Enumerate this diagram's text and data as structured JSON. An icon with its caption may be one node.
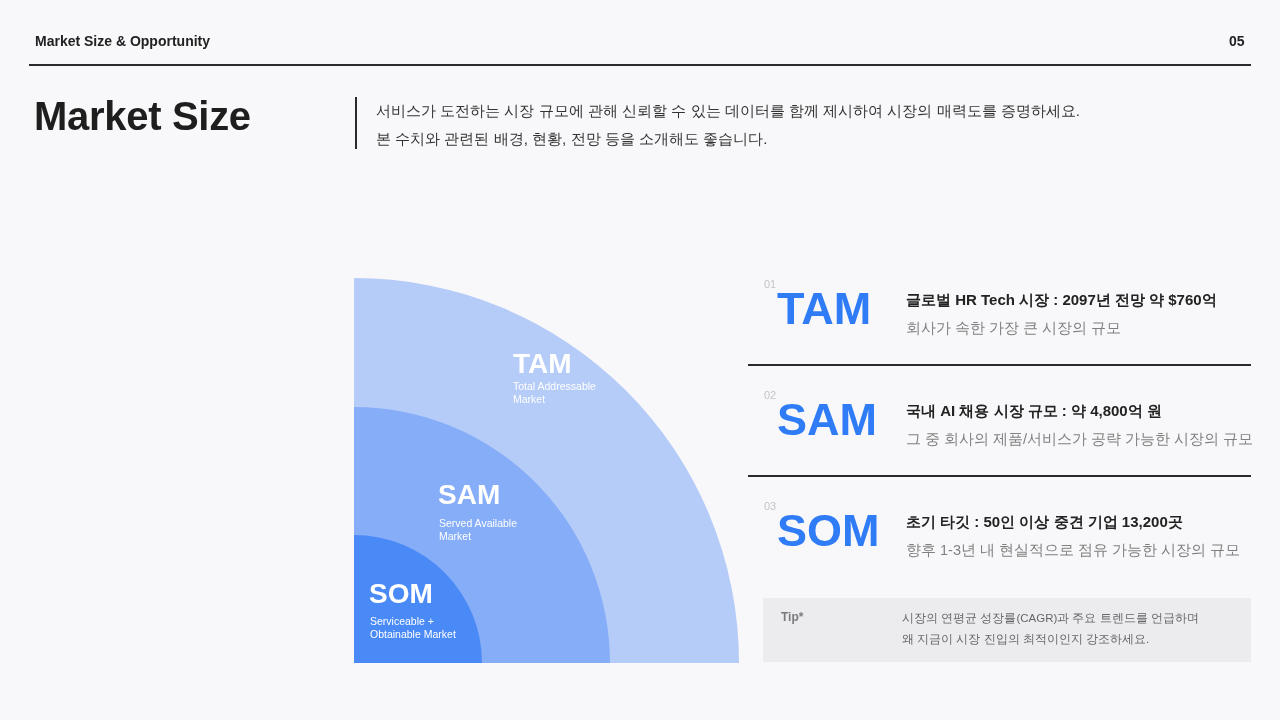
{
  "diagram": {
    "title": "Market Size",
    "nodes": [
      {
        "text": [
          "TAM",
          "Total Addressable Market"
        ]
      },
      {
        "text": [
          "SAM",
          "Served Available Market"
        ],
        "in": 0
      },
      {
        "text": [
          "SOM",
          "Serviceable + Obtainable Market"
        ],
        "in": 1
      },
      {
        "text": [
          "Tip*",
          "시장의 연평균 성장률(CAGR)과 주요 트렌드를 언급하며 왜 지금이 시장 진입의 최적이인지 강조하세요."
        ]
      }
    ],
    "labels": [
      "Market Size & Opportunity",
      "05",
      "서비스가 도전하는 시장 규모에 관해 신뢰할 수 있는 데이터를 함께 제시하여 시장의 매력도를 증명하세요. 본 수치와 관련된 배경, 현황, 전망 등을 소개해도 좋습니다.",
      "01",
      "TAM",
      "글로벌 HR Tech 시장 : 2097년 전망 약 $760억",
      "회사가 속한 가장 큰 시장의 규모",
      "02",
      "SAM",
      "국내 AI 채용 시장 규모 : 약 4,800억 원",
      "그 중 회사의 제품/서비스가 공략 가능한 시장의 규모",
      "03",
      "SOM",
      "초기 타깃 : 50인 이상 중견 기업 13,200곳",
      "향후 1-3년 내 현실적으로 점유 가능한 시장의 규모"
    ]
  }
}
